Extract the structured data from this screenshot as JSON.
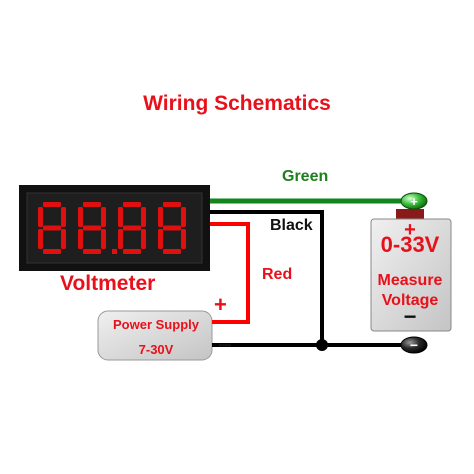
{
  "title": "Wiring Schematics",
  "wires": {
    "green_label": "Green",
    "black_label": "Black",
    "red_label": "Red"
  },
  "voltmeter": {
    "display": "88.88",
    "label": "Voltmeter"
  },
  "power_supply": {
    "line1": "Power Supply",
    "line2": "7-30V",
    "plus": "+",
    "minus": "−"
  },
  "measured_source": {
    "plus": "+",
    "range": "0-33V",
    "line1": "Measure",
    "line2": "Voltage",
    "minus": "−"
  },
  "terminals": {
    "plus": "+",
    "minus": "−"
  },
  "colors": {
    "text_red": "#e8101a",
    "text_green": "#1d7f1d",
    "text_black": "#111111",
    "wire_green": "#12861c",
    "wire_black": "#000000",
    "wire_red": "#ff0000",
    "segment_red": "#e01010",
    "display_body": "#1a1a1a",
    "box_fill": "#d6d6d6"
  }
}
